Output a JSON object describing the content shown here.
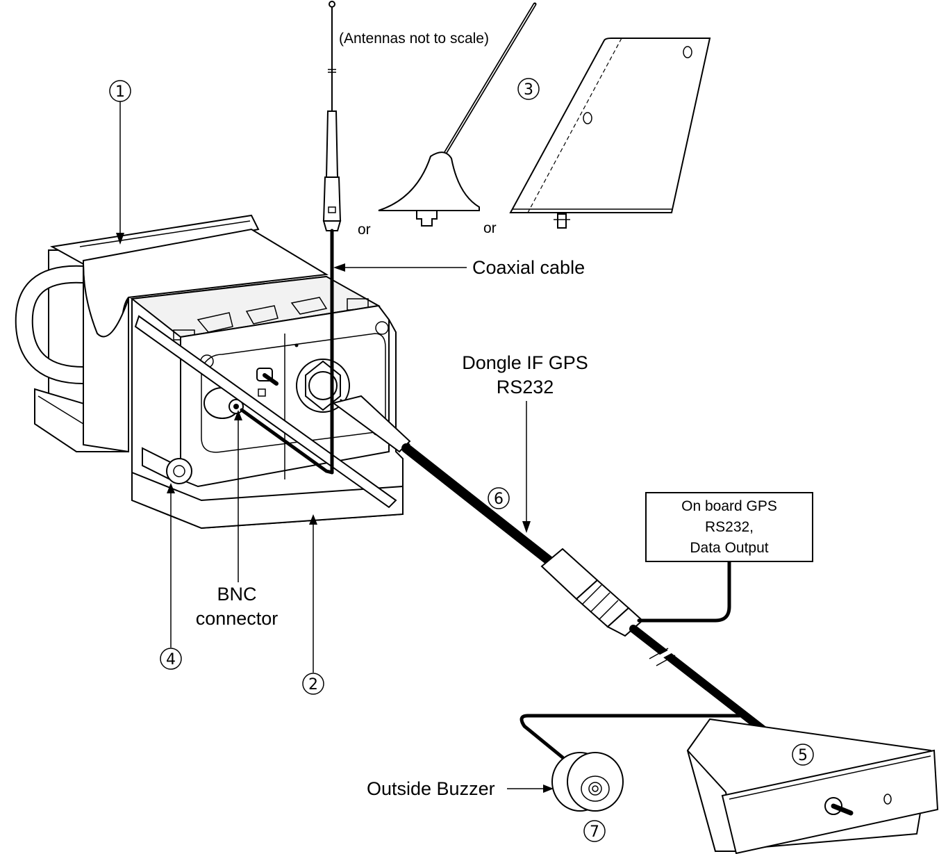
{
  "labels": {
    "antenna_note": "(Antennas not to scale)",
    "or_left": "or",
    "or_right": "or",
    "coaxial_cable": "Coaxial cable",
    "dongle_line1": "Dongle IF GPS",
    "dongle_line2": "RS232",
    "onboard_line1": "On board GPS",
    "onboard_line2": "RS232,",
    "onboard_line3": "Data Output",
    "bnc_line1": "BNC",
    "bnc_line2": "connector",
    "outside_buzzer": "Outside Buzzer"
  },
  "callouts": {
    "c1": "1",
    "c2": "2",
    "c3": "3",
    "c4": "4",
    "c5": "5",
    "c6": "6",
    "c7": "7"
  },
  "colors": {
    "ink": "#000000",
    "background": "#ffffff"
  }
}
